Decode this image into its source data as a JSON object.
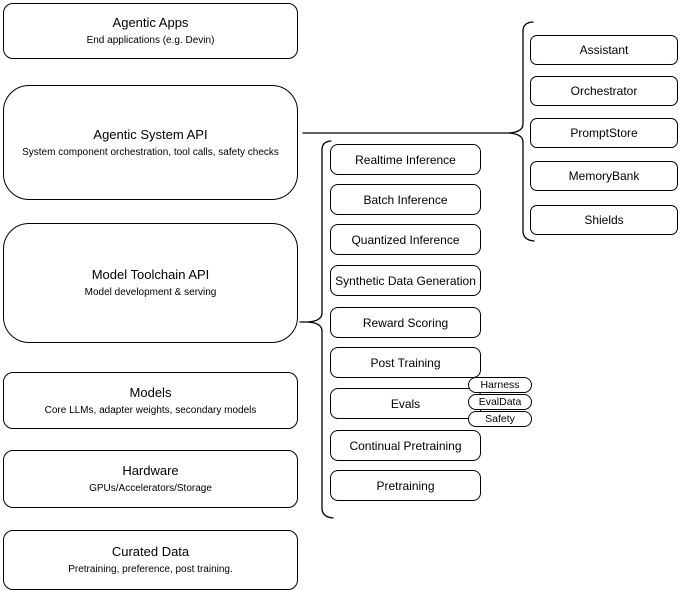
{
  "diagram": {
    "colors": {
      "stroke": "#000000",
      "node_fill": "#ffffff",
      "background": "#ffffff",
      "text": "#000000"
    },
    "left_stack": {
      "items": [
        {
          "title": "Agentic Apps",
          "subtitle": "End applications (e.g. Devin)"
        },
        {
          "title": "Agentic System API",
          "subtitle": "System component orchestration, tool calls, safety checks"
        },
        {
          "title": "Model Toolchain API",
          "subtitle": "Model development & serving"
        },
        {
          "title": "Models",
          "subtitle": "Core LLMs, adapter weights, secondary models"
        },
        {
          "title": "Hardware",
          "subtitle": "GPUs/Accelerators/Storage"
        },
        {
          "title": "Curated Data",
          "subtitle": "Pretraining, preference, post training."
        }
      ]
    },
    "toolchain_components": {
      "items": [
        "Realtime Inference",
        "Batch Inference",
        "Quantized Inference",
        "Synthetic Data Generation",
        "Reward Scoring",
        "Post Training",
        "Evals",
        "Continual Pretraining",
        "Pretraining"
      ]
    },
    "evals_tags": [
      "Harness",
      "EvalData",
      "Safety"
    ],
    "system_components": {
      "items": [
        "Assistant",
        "Orchestrator",
        "PromptStore",
        "MemoryBank",
        "Shields"
      ]
    }
  }
}
